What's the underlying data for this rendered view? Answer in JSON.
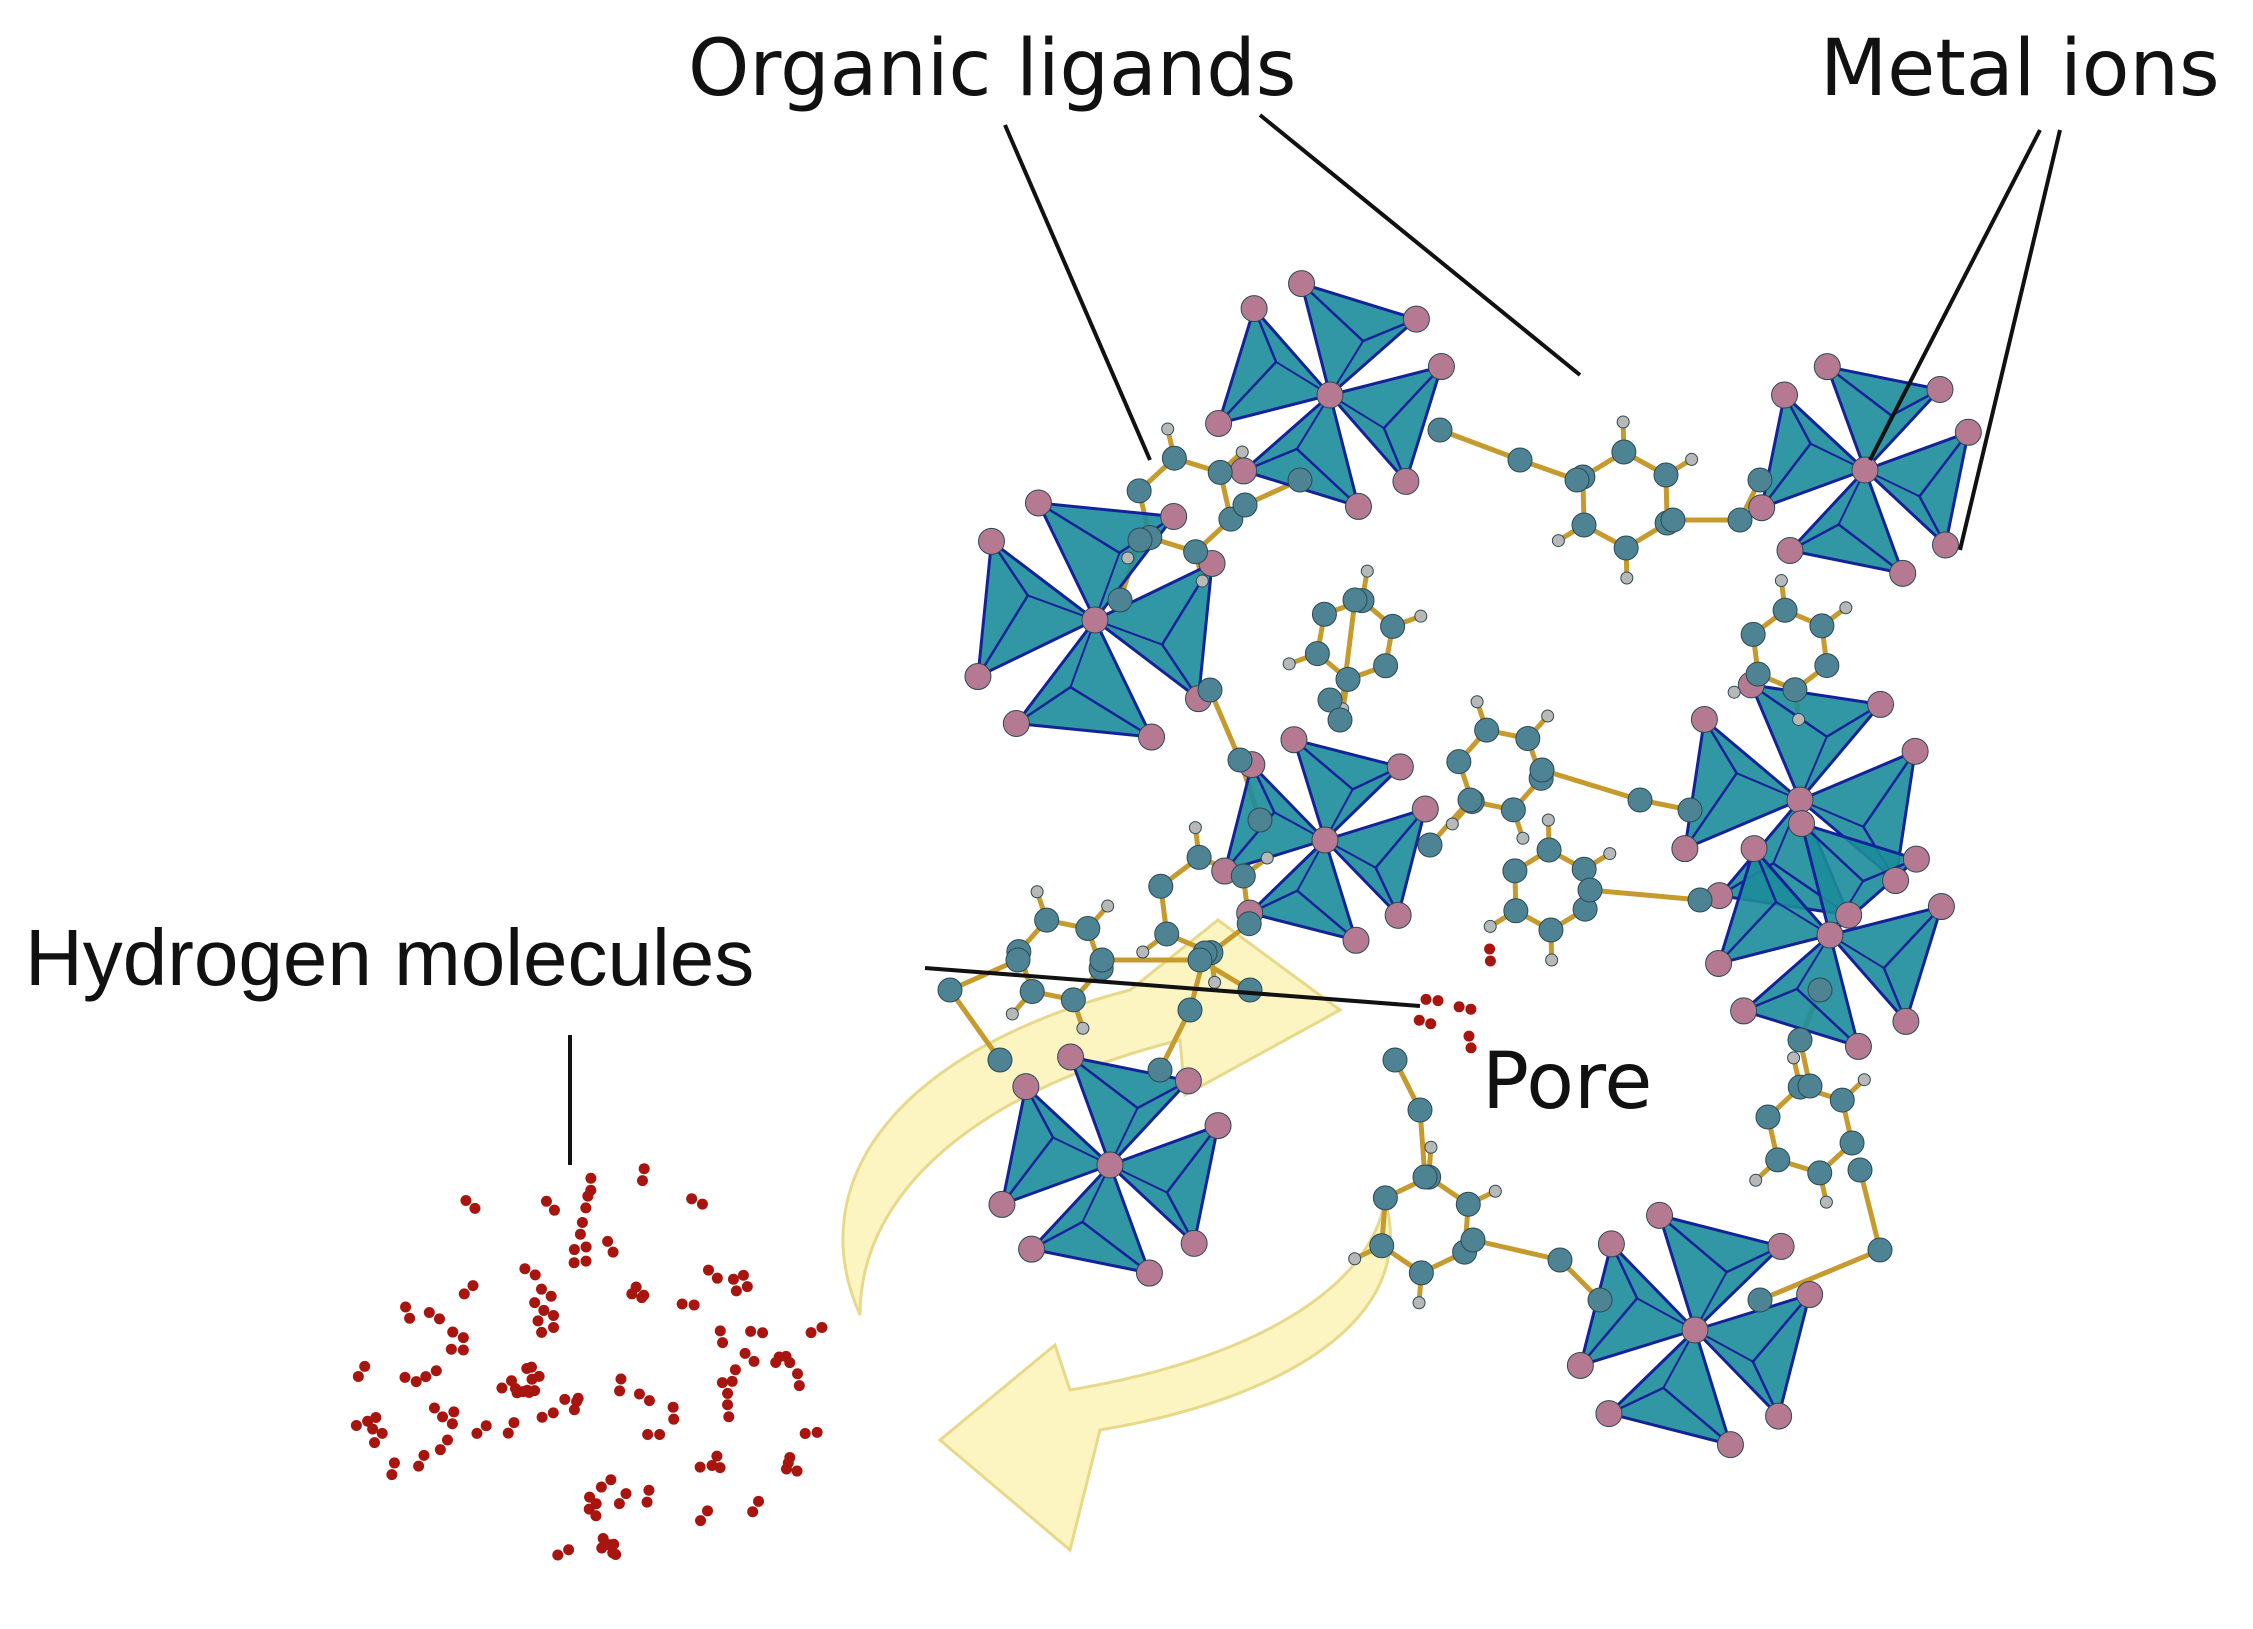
{
  "labels": {
    "organic_ligands": "Organic ligands",
    "metal_ions": "Metal ions",
    "hydrogen_molecules": "Hydrogen molecules",
    "pore": "Pore"
  },
  "colors": {
    "tetrahedron_fill": "#1c8c9a",
    "tetrahedron_edge": "#14229a",
    "oxygen_atom": "#b57a92",
    "carbon_atom": "#4d8393",
    "hydrogen_atom": "#b8b8b8",
    "bond": "#c79a2e",
    "h2_molecule": "#a8150f",
    "flow_arrow": "#fbf3b6"
  }
}
